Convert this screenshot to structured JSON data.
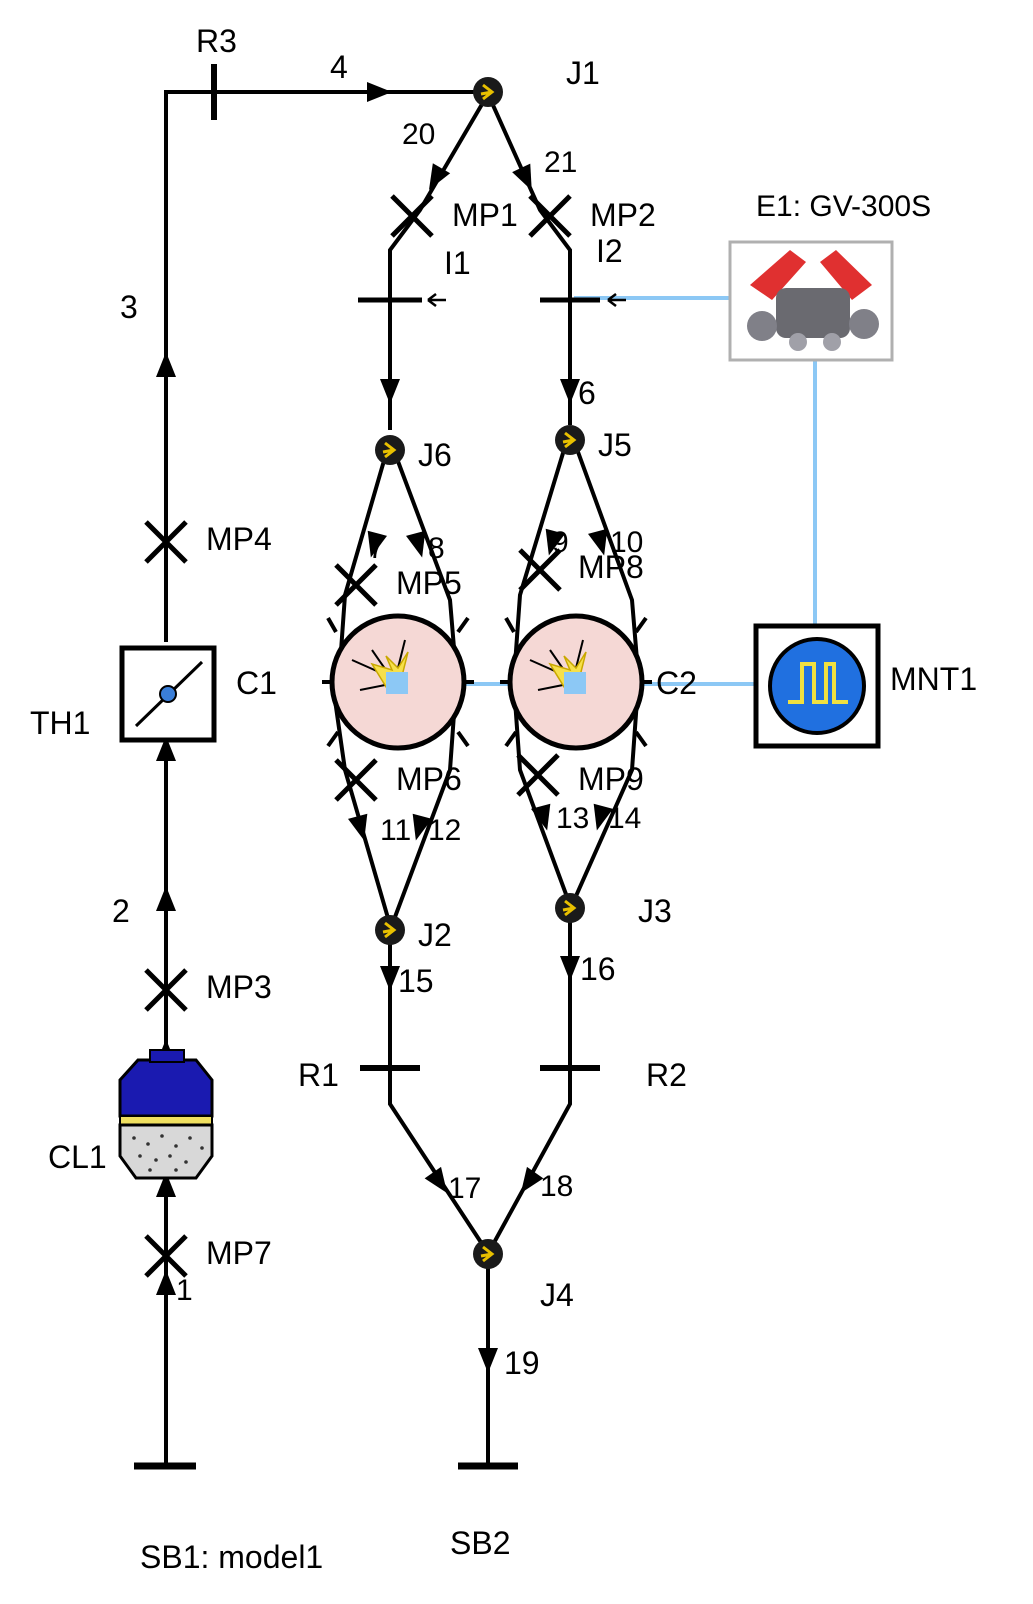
{
  "labels": {
    "r3": "R3",
    "j1": "J1",
    "p4": "4",
    "p20": "20",
    "p21": "21",
    "mp1": "MP1",
    "mp2": "MP2",
    "i1": "I1",
    "i2": "I2",
    "engine": "E1: GV-300S",
    "p3": "3",
    "j6": "J6",
    "j5": "J5",
    "p6": "6",
    "mp4": "MP4",
    "p7": "7",
    "p8": "8",
    "p9": "9",
    "p10": "10",
    "mp5": "MP5",
    "mp8": "MP8",
    "c1": "C1",
    "c2": "C2",
    "th1": "TH1",
    "mnt1": "MNT1",
    "mp6": "MP6",
    "mp9": "MP9",
    "p11": "11",
    "p12": "12",
    "p13": "13",
    "p14": "14",
    "p2": "2",
    "j2": "J2",
    "j3": "J3",
    "p15": "15",
    "p16": "16",
    "mp3": "MP3",
    "r1": "R1",
    "r2": "R2",
    "cl1": "CL1",
    "p17": "17",
    "p18": "18",
    "mp7": "MP7",
    "p1": "1",
    "j4": "J4",
    "p19": "19",
    "sb1": "SB1: model1",
    "sb2": "SB2"
  },
  "icons": {
    "junction": "junction-icon",
    "restriction": "restriction-icon",
    "injector": "injector-icon",
    "measurement_point": "measurement-point-icon",
    "cylinder": "cylinder-icon",
    "throttle": "throttle-icon",
    "air_cleaner": "air-cleaner-icon",
    "monitor": "monitor-icon",
    "engine": "engine-icon",
    "system_boundary": "system-boundary-icon"
  },
  "colors": {
    "pipe": "#000000",
    "signal": "#8cc8f5",
    "cylinder_fill": "#f5d8d5",
    "monitor_fill": "#2070e0",
    "monitor_trace": "#f0e040",
    "cleaner_top": "#1a1ab0",
    "cleaner_bottom": "#d8d8d8",
    "engine_red": "#e03030"
  }
}
